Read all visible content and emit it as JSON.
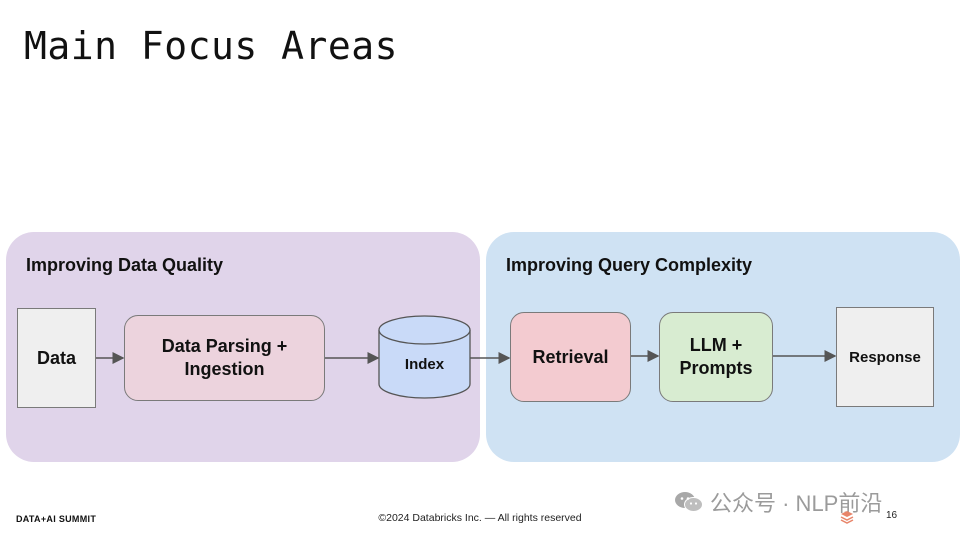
{
  "slide": {
    "title": "Main Focus Areas",
    "page_number": "16",
    "footer_brand": "DATA+AI SUMMIT",
    "footer_copyright": "©2024 Databricks Inc. — All rights reserved"
  },
  "groups": {
    "left_label": "Improving Data Quality",
    "right_label": "Improving Query Complexity"
  },
  "nodes": {
    "data": "Data",
    "parsing_line1": "Data Parsing +",
    "parsing_line2": "Ingestion",
    "index": "Index",
    "retrieval": "Retrieval",
    "llm_line1": "LLM +",
    "llm_line2": "Prompts",
    "response": "Response"
  },
  "watermark": {
    "text": "公众号 · NLP前沿",
    "icon": "wechat-icon"
  },
  "colors": {
    "left_group": "#e0d4ea",
    "right_group": "#cfe2f3",
    "parsing": "#ecd3dd",
    "index": "#c9daf8",
    "retrieval": "#f3cbd0",
    "llm": "#d8ecd1",
    "terminal": "#efefef"
  }
}
